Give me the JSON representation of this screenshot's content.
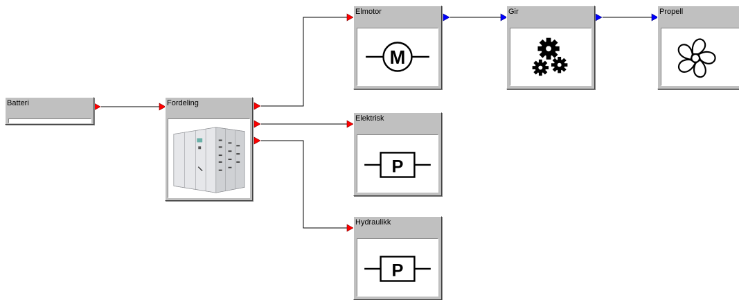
{
  "diagram": {
    "blocks": {
      "batteri": {
        "label": "Batteri",
        "level": 0
      },
      "fordeling": {
        "label": "Fordeling",
        "icon": "switchgear-cabinet-icon"
      },
      "elmotor": {
        "label": "Elmotor",
        "icon": "motor-m-icon",
        "symbol": "M"
      },
      "gir": {
        "label": "Gir",
        "icon": "gears-icon"
      },
      "propell": {
        "label": "Propell",
        "icon": "propeller-icon"
      },
      "elektrisk": {
        "label": "Elektrisk",
        "icon": "power-load-icon",
        "symbol": "P"
      },
      "hydraulikk": {
        "label": "Hydraulikk",
        "icon": "power-load-icon",
        "symbol": "P"
      }
    },
    "colors": {
      "electric_port": "#ff0000",
      "mechanical_port": "#0000ff",
      "wire": "#000000",
      "block_face": "#c0c0c0"
    }
  }
}
